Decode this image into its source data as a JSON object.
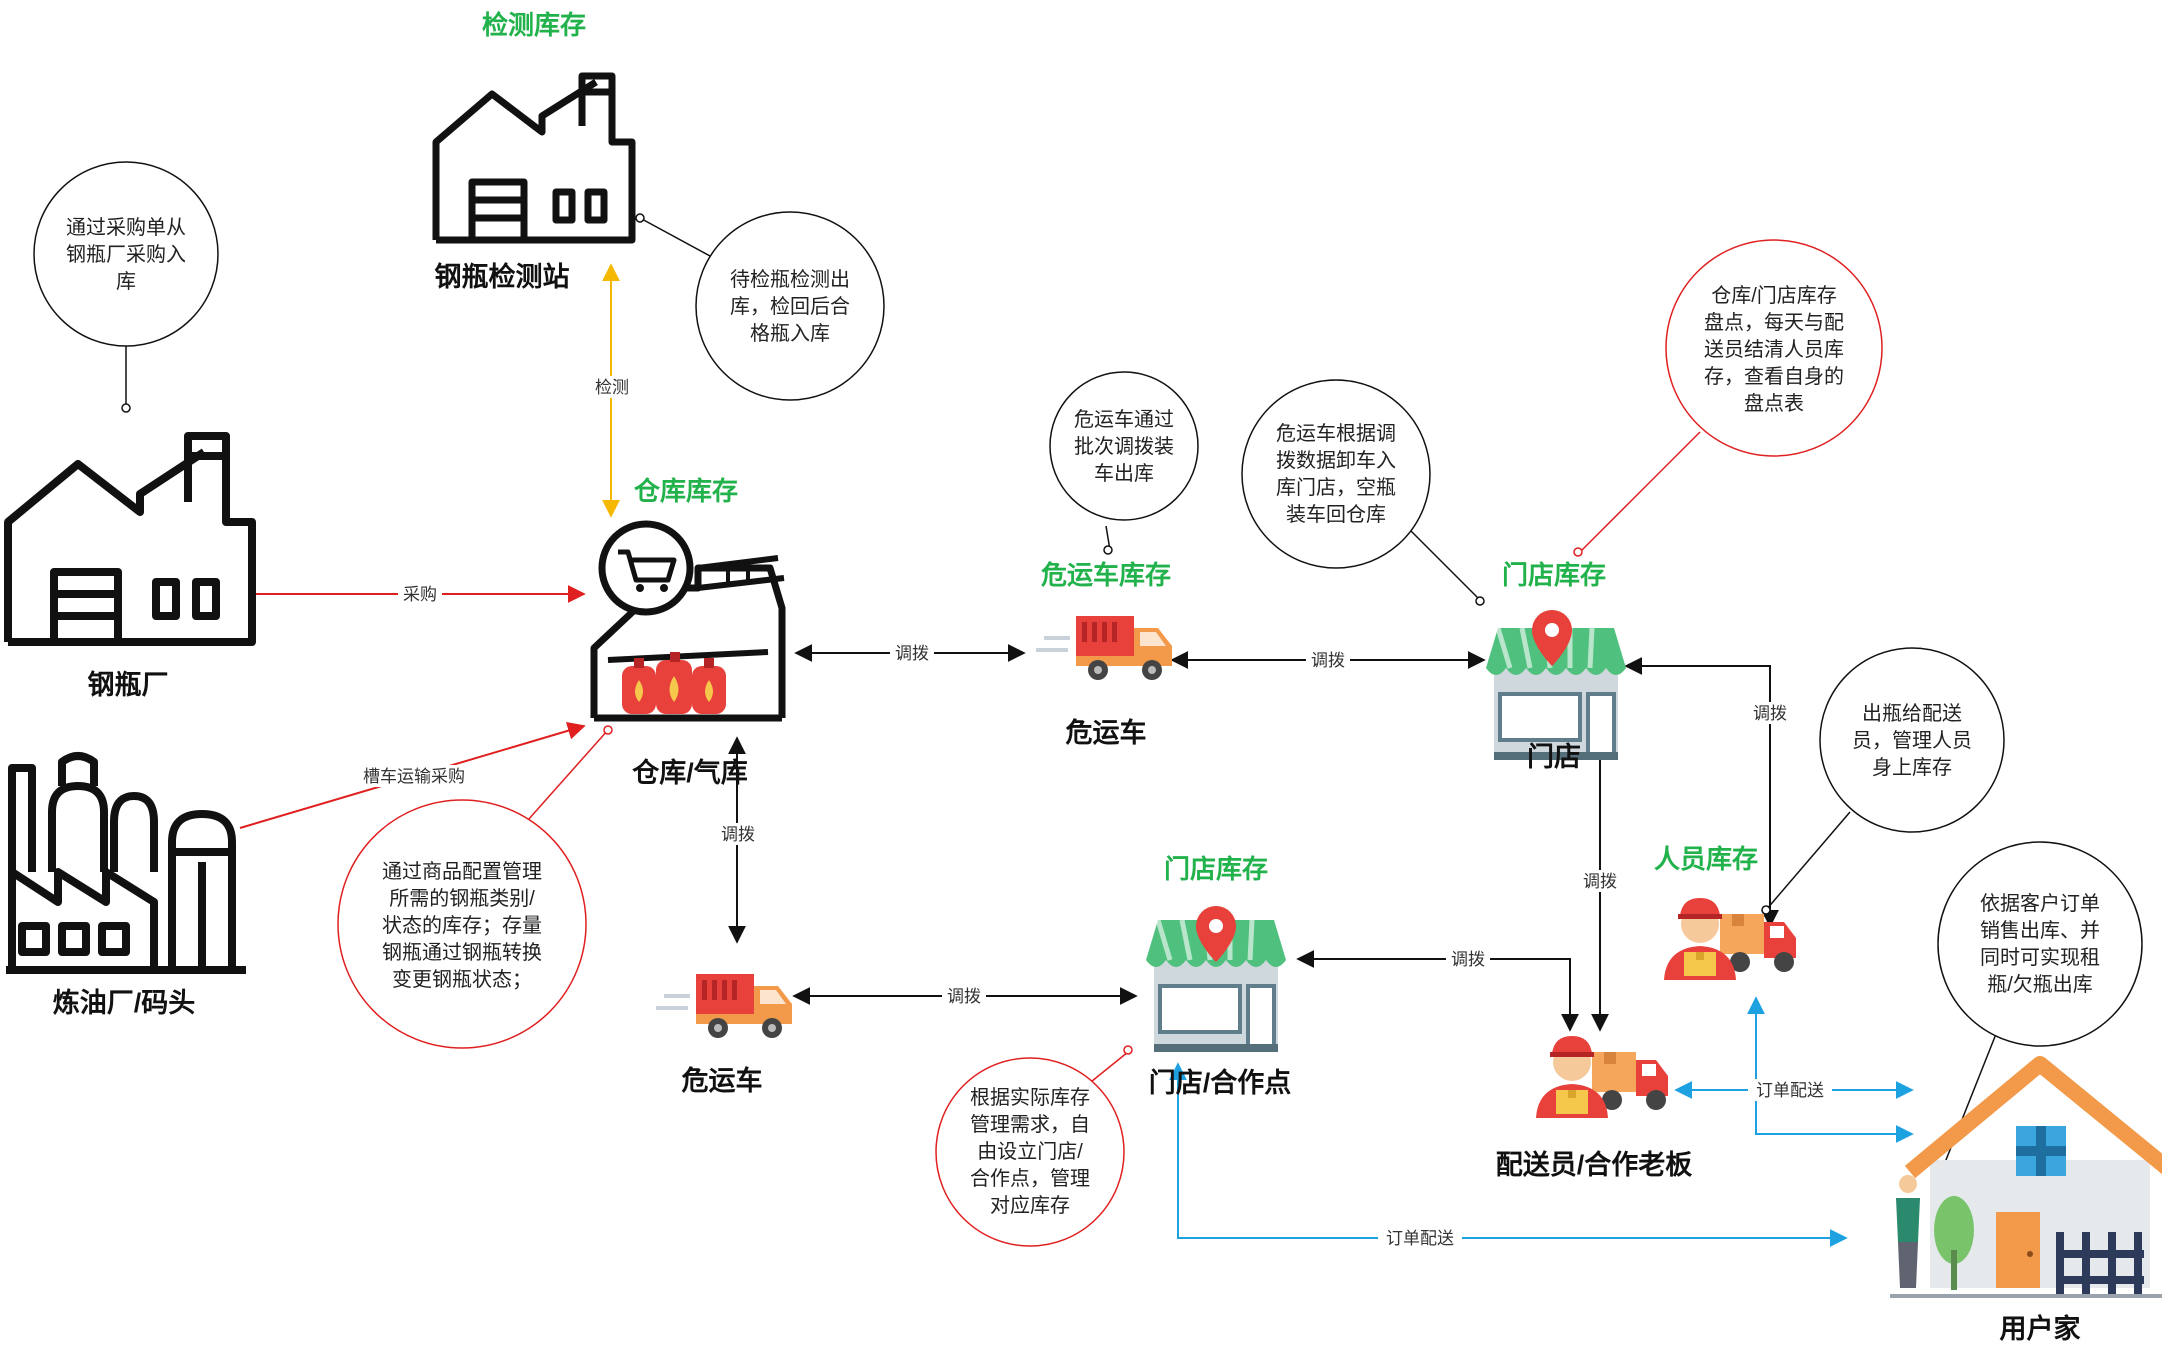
{
  "titles": {
    "inspection_inventory": "检测库存",
    "warehouse_inventory": "仓库库存",
    "truck_inventory": "危运车库存",
    "store_inventory_main": "门店库存",
    "store_inventory_coop": "门店库存",
    "staff_inventory": "人员库存"
  },
  "nodes": {
    "inspection_station": "钢瓶检测站",
    "cylinder_factory": "钢瓶厂",
    "refinery": "炼油厂/码头",
    "warehouse": "仓库/气库",
    "truck_top": "危运车",
    "truck_bottom": "危运车",
    "store": "门店",
    "store_coop": "门店/合作点",
    "courier": "配送员/合作老板",
    "customer_home": "用户家"
  },
  "edges": {
    "inspect": "检测",
    "purchase": "采购",
    "tanker_purchase": "槽车运输采购",
    "wh_truck_top": "调拨",
    "truck_store": "调拨",
    "wh_truck_bottom": "调拨",
    "truck_coop": "调拨",
    "coop_courier": "调拨",
    "store_courier": "调拨",
    "staff_store": "调拨",
    "courier_order": "订单配送",
    "coop_order": "订单配送"
  },
  "notes": {
    "purchase_note": [
      "通过采购单从",
      "钢瓶厂采购入",
      "库"
    ],
    "inspection_note": [
      "待检瓶检测出",
      "库，检回后合",
      "格瓶入库"
    ],
    "truck_load_note": [
      "危运车通过",
      "批次调拨装",
      "车出库"
    ],
    "truck_unload_note": [
      "危运车根据调",
      "拨数据卸车入",
      "库门店，空瓶",
      "装车回仓库"
    ],
    "stocktake_note": [
      "仓库/门店库存",
      "盘点，每天与配",
      "送员结清人员库",
      "存，查看自身的",
      "盘点表"
    ],
    "staff_note": [
      "出瓶给配送",
      "员，管理人员",
      "身上库存"
    ],
    "config_note": [
      "通过商品配置管理",
      "所需的钢瓶类别/",
      "状态的库存；存量",
      "钢瓶通过钢瓶转换",
      "变更钢瓶状态；"
    ],
    "coop_note": [
      "根据实际库存",
      "管理需求，自",
      "由设立门店/",
      "合作点，管理",
      "对应库存"
    ],
    "order_note": [
      "依据客户订单",
      "销售出库、并",
      "同时可实现租",
      "瓶/欠瓶出库"
    ]
  },
  "colors": {
    "title_green": "#22b24c",
    "edge_red": "#e02020",
    "edge_yellow": "#f5b800",
    "edge_blue": "#1da1e0",
    "edge_black": "#111111",
    "note_red_border": "#e02020",
    "note_black_border": "#111111"
  },
  "icons": {
    "factory": "factory-icon",
    "refinery": "refinery-icon",
    "warehouse": "warehouse-cart-icon",
    "truck": "hazmat-truck-icon",
    "store": "store-pin-icon",
    "courier": "delivery-person-icon",
    "home": "house-icon"
  }
}
